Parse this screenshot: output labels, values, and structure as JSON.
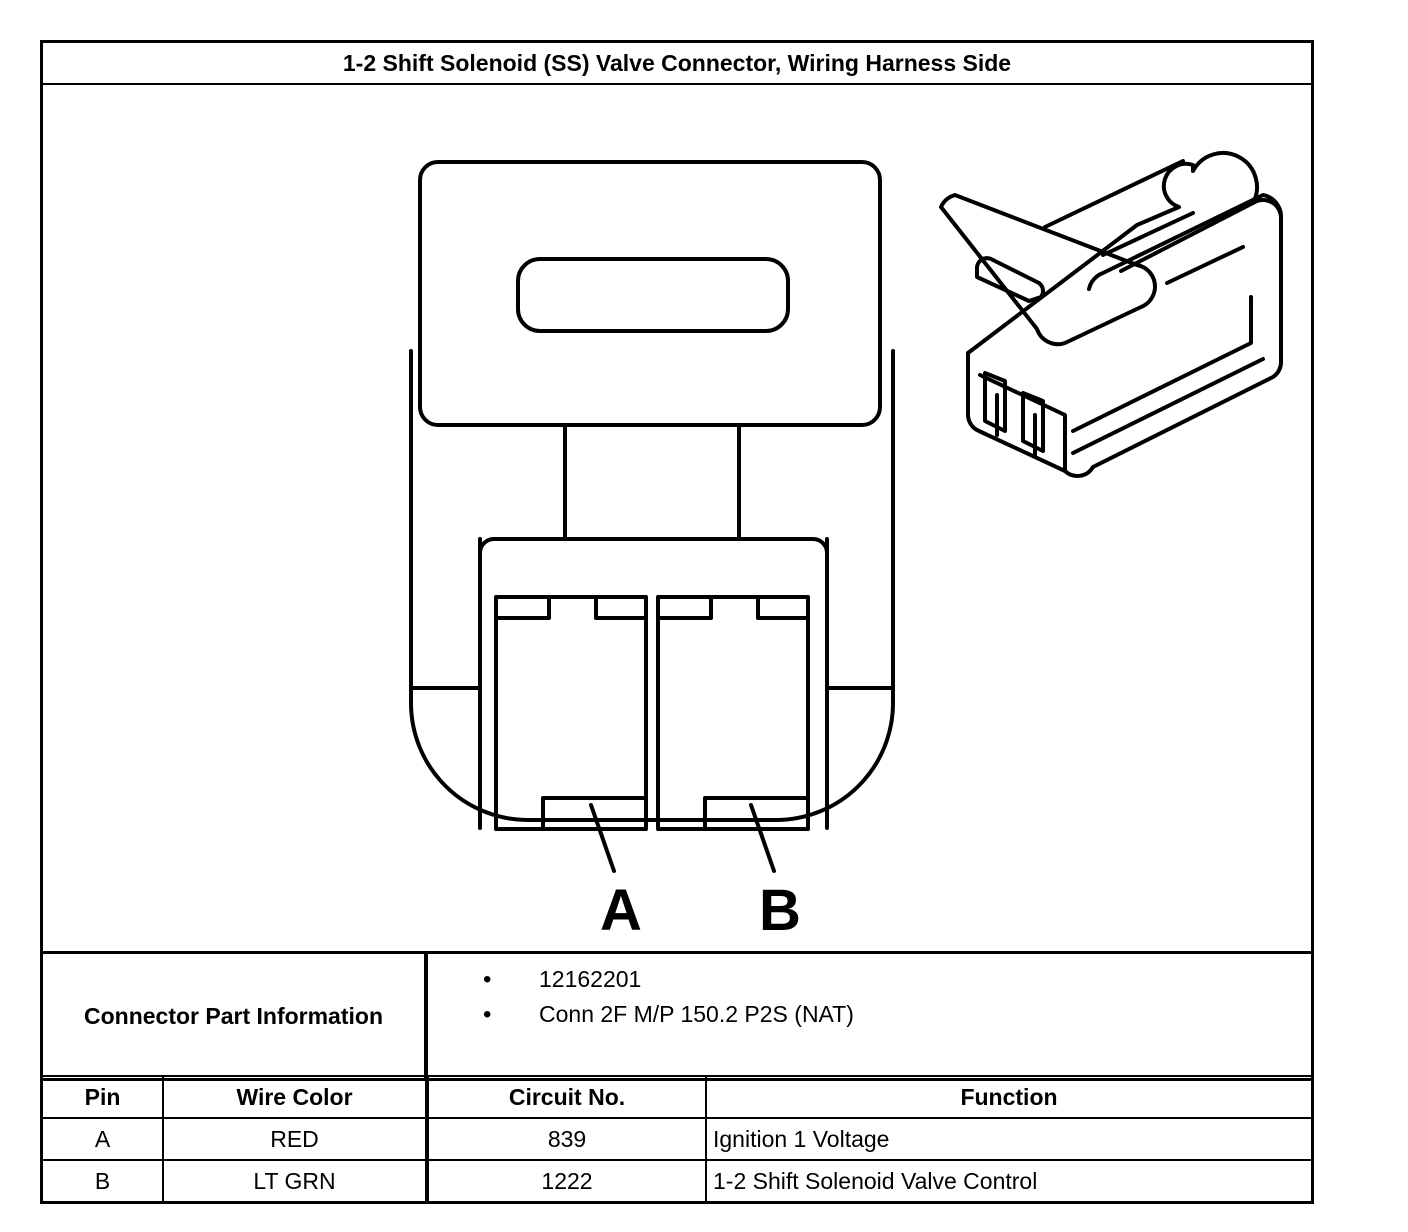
{
  "title": "1-2 Shift Solenoid (SS) Valve Connector, Wiring Harness Side",
  "diagram": {
    "pin_labels": [
      "A",
      "B"
    ]
  },
  "connector_info": {
    "label": "Connector Part Information",
    "items": [
      "12162201",
      "Conn 2F M/P 150.2 P2S (NAT)"
    ]
  },
  "pin_table": {
    "headers": [
      "Pin",
      "Wire Color",
      "Circuit No.",
      "Function"
    ],
    "rows": [
      [
        "A",
        "RED",
        "839",
        "Ignition 1 Voltage"
      ],
      [
        "B",
        "LT GRN",
        "1222",
        "1-2 Shift Solenoid Valve Control"
      ]
    ]
  }
}
